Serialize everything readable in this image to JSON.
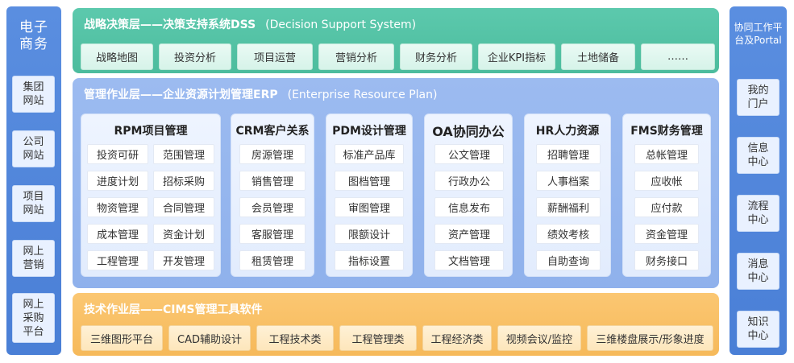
{
  "left_panel": {
    "title": "电子商务",
    "items": [
      "集团网站",
      "公司网站",
      "项目网站",
      "网上营销",
      "网上采购平台"
    ]
  },
  "right_panel": {
    "title": "协同工作平台及Portal",
    "items": [
      "我的门户",
      "信息中心",
      "流程中心",
      "消息中心",
      "知识中心"
    ]
  },
  "dss": {
    "title": "战略决策层——决策支持系统DSS",
    "subtitle": "(Decision Support System)",
    "items": [
      "战略地图",
      "投资分析",
      "项目运营",
      "营销分析",
      "财务分析",
      "企业KPI指标",
      "土地储备",
      "……"
    ]
  },
  "erp": {
    "title": "管理作业层——企业资源计划管理ERP",
    "subtitle": "(Enterprise Resource Plan)",
    "modules": [
      {
        "title": "RPM项目管理",
        "items": [
          "投资可研",
          "范围管理",
          "进度计划",
          "招标采购",
          "物资管理",
          "合同管理",
          "成本管理",
          "资金计划",
          "工程管理",
          "开发管理"
        ]
      },
      {
        "title": "CRM客户关系",
        "items": [
          "房源管理",
          "销售管理",
          "会员管理",
          "客服管理",
          "租赁管理"
        ]
      },
      {
        "title": "PDM设计管理",
        "items": [
          "标准产品库",
          "图档管理",
          "审图管理",
          "限额设计",
          "指标设置"
        ]
      },
      {
        "title": "OA协同办公",
        "items": [
          "公文管理",
          "行政办公",
          "信息发布",
          "资产管理",
          "文档管理"
        ]
      },
      {
        "title": "HR人力资源",
        "items": [
          "招聘管理",
          "人事档案",
          "薪酬福利",
          "绩效考核",
          "自助查询"
        ]
      },
      {
        "title": "FMS财务管理",
        "items": [
          "总帐管理",
          "应收帐",
          "应付款",
          "资金管理",
          "财务接口"
        ]
      }
    ]
  },
  "cims": {
    "title": "技术作业层——CIMS管理工具软件",
    "items": [
      "三维图形平台",
      "CAD辅助设计",
      "工程技术类",
      "工程管理类",
      "工程经济类",
      "视频会议/监控",
      "三维楼盘展示/形象进度"
    ]
  },
  "colors": {
    "side_panel": "#4a7fd6",
    "dss_band": "#4cbc9d",
    "erp_band": "#8fb1ec",
    "cims_band": "#f6b95a"
  }
}
